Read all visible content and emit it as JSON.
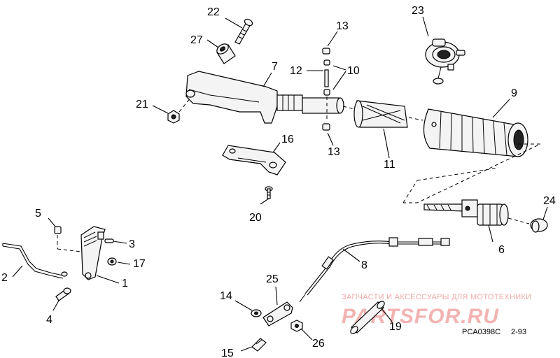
{
  "callouts": [
    "22",
    "27",
    "13",
    "12",
    "10",
    "23",
    "7",
    "9",
    "21",
    "13",
    "16",
    "11",
    "5",
    "3",
    "17",
    "2",
    "1",
    "4",
    "20",
    "24",
    "6",
    "8",
    "25",
    "14",
    "19",
    "26",
    "15"
  ],
  "watermark": {
    "tagline": "ЗАПЧАСТИ И АКСЕССУАРЫ ДЛЯ МОТОТЕХНИКИ",
    "brand": "PARTSFOR.RU"
  },
  "drawing_code": "PCA0398C",
  "drawing_date": "2-93"
}
